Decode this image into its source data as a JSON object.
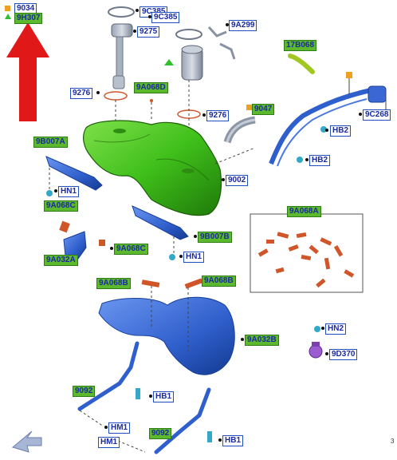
{
  "legend": {
    "primary_code": "9034",
    "secondary_code": "9H307"
  },
  "parts": {
    "9C385_left": "9C385",
    "9C385_right": "9C385",
    "9275": "9275",
    "9A299": "9A299",
    "17B068": "17B068",
    "9276_left": "9276",
    "9A068D": "9A068D",
    "9276_right": "9276",
    "9047": "9047",
    "9C268": "9C268",
    "HB2_upper": "HB2",
    "HB2_lower": "HB2",
    "9B007A": "9B007A",
    "9002": "9002",
    "HN1_left": "HN1",
    "9A068C_left": "9A068C",
    "9A068A": "9A068A",
    "9A032A": "9A032A",
    "9A068C_center": "9A068C",
    "9B007B": "9B007B",
    "HN1_center": "HN1",
    "9A068B_left": "9A068B",
    "9A068B_right": "9A068B",
    "9A032B": "9A032B",
    "HN2": "HN2",
    "9D370": "9D370",
    "9092_upper": "9092",
    "HB1_upper": "HB1",
    "HM1_upper": "HM1",
    "9092_lower": "9092",
    "HM1_lower": "HM1",
    "HB1_lower": "HB1"
  },
  "colors": {
    "tank": "#3fbf1a",
    "shield": "#2f5fcc",
    "label_border": "#2050c0",
    "arrow": "#e01818"
  },
  "corner_note": "3"
}
